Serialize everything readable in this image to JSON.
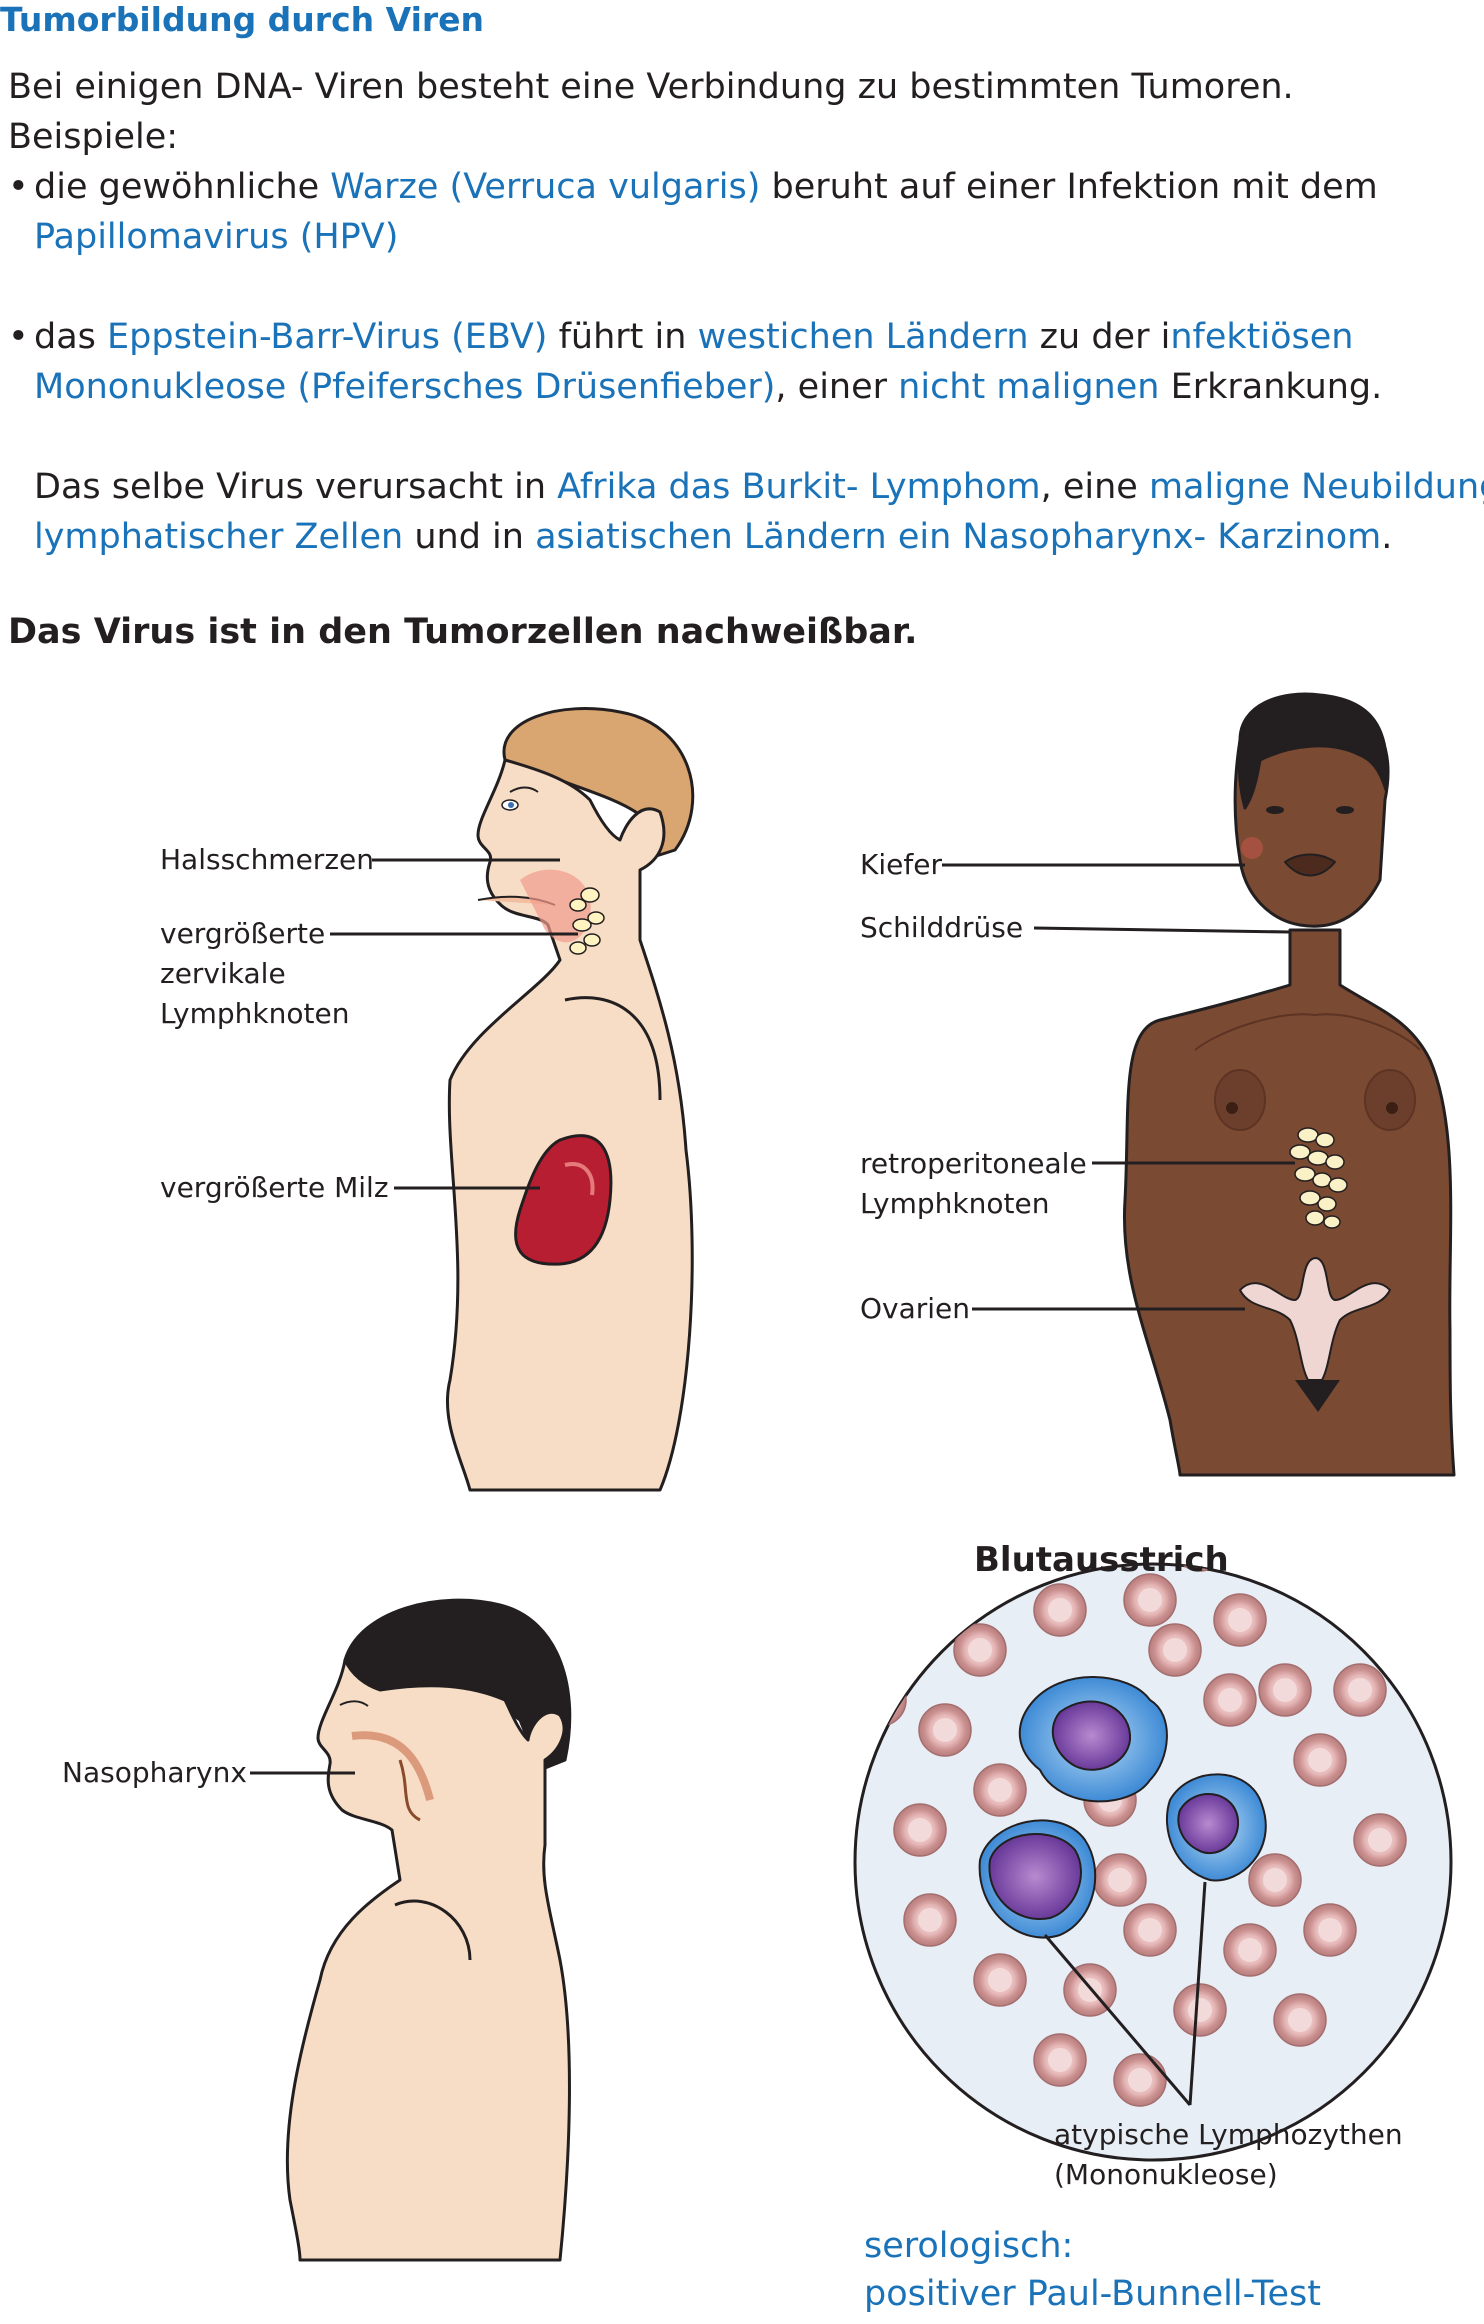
{
  "colors": {
    "accent_blue": "#1a72b8",
    "text": "#231f20"
  },
  "title": "Tumorbildung durch Viren",
  "intro": {
    "line1": "Bei einigen DNA- Viren besteht eine Verbindung zu bestimmten Tumoren.",
    "line2": "Beispiele:"
  },
  "bullet1": {
    "t1": "die gewöhnliche ",
    "t2": "Warze (Verruca vulgaris)",
    "t3": " beruht auf einer Infektion mit dem",
    "t4": "Papillomavirus (HPV)"
  },
  "bullet2": {
    "t1": "das ",
    "t2": "Eppstein-Barr-Virus (EBV)",
    "t3": " führt in ",
    "t4": "westichen Ländern",
    "t5": " zu der i",
    "t6": "nfektiösen",
    "t7": "Mononukleose (Pfeifersches Drüsenfieber)",
    "t8": ", einer ",
    "t9": "nicht malignen",
    "t10": " Erkrankung."
  },
  "para3": {
    "t1": "Das selbe Virus verursacht in ",
    "t2": "Afrika das Burkit- Lymphom",
    "t3": ", eine ",
    "t4": "maligne Neubildung",
    "t5": "lymphatischer Zellen",
    "t6": " und in ",
    "t7": "asiatischen Ländern ein Nasopharynx- Karzinom",
    "t8": "."
  },
  "bold_line": "Das Virus ist in den Tumorzellen nachweißbar.",
  "labels": {
    "halsschmerzen": "Halsschmerzen",
    "lymph1": "vergrößerte",
    "lymph2": "zervikale",
    "lymph3": "Lymphknoten",
    "milz": "vergrößerte Milz",
    "kiefer": "Kiefer",
    "schilddruese": "Schilddrüse",
    "retro1": "retroperitoneale",
    "retro2": "Lymphknoten",
    "ovarien": "Ovarien",
    "nasopharynx": "Nasopharynx",
    "blut_title": "Blutausstrich",
    "atyp1": "atypische Lymphozythen",
    "atyp2": "(Mononukleose)"
  },
  "serology": {
    "line1": "serologisch:",
    "line2": "positiver Paul-Bunnell-Test"
  }
}
